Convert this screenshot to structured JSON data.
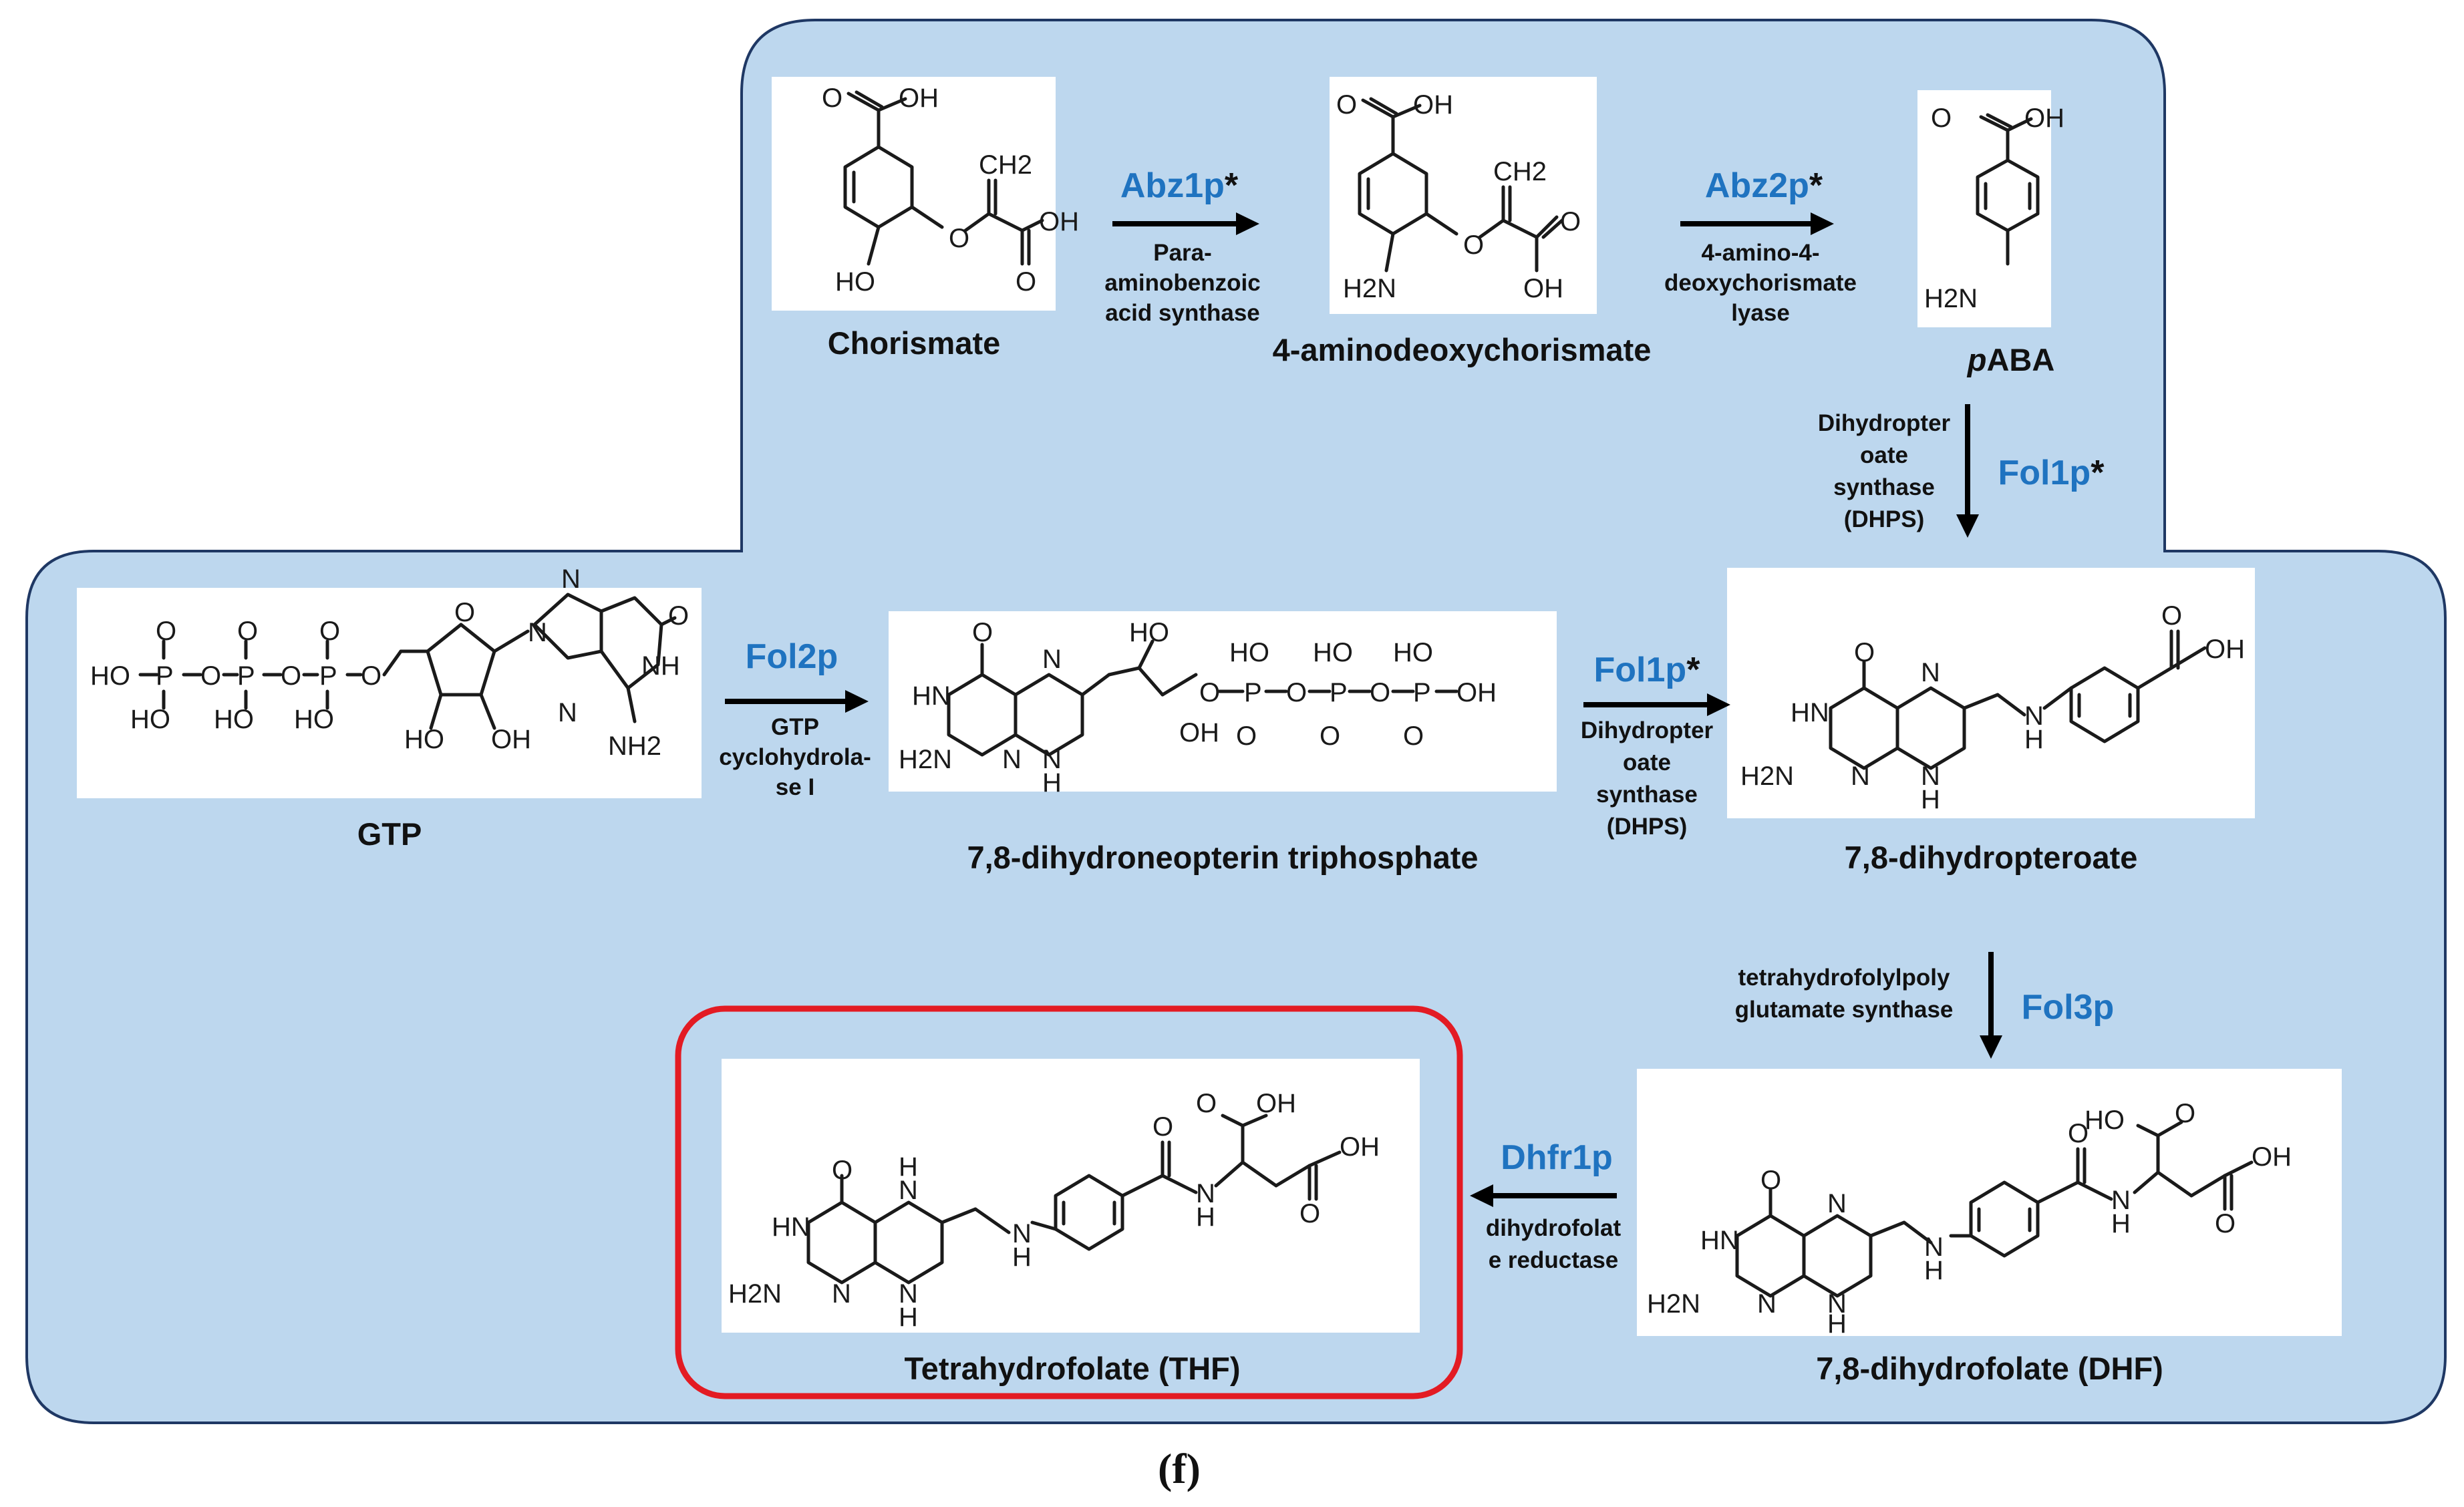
{
  "compounds": {
    "chorismate": "Chorismate",
    "aminodeoxychorismate": "4-aminodeoxychorismate",
    "paba_prefix": "p",
    "paba_rest": "ABA",
    "gtp": "GTP",
    "dihydroneopterin": "7,8-dihydroneopterin triphosphate",
    "dihydropteroate": "7,8-dihydropteroate",
    "dhf": "7,8-dihydrofolate (DHF)",
    "thf": "Tetrahydrofolate (THF)"
  },
  "steps": {
    "abz1": {
      "enzyme": "Abz1p",
      "star": "*",
      "desc": [
        "Para-",
        "aminobenzoic",
        "acid synthase"
      ]
    },
    "abz2": {
      "enzyme": "Abz2p",
      "star": "*",
      "desc": [
        "4-amino-4-",
        "deoxychorismate",
        "lyase"
      ]
    },
    "fol1_vertical": {
      "enzyme": "Fol1p",
      "star": "*",
      "desc": [
        "Dihydropter",
        "oate",
        "synthase",
        "(DHPS)"
      ]
    },
    "fol2": {
      "enzyme": "Fol2p",
      "star": "",
      "desc": [
        "GTP",
        "cyclohydrola-",
        "se I"
      ]
    },
    "fol1_horizontal": {
      "enzyme": "Fol1p",
      "star": "*",
      "desc": [
        "Dihydropter",
        "oate",
        "synthase",
        "(DHPS)"
      ]
    },
    "fol3": {
      "enzyme": "Fol3p",
      "star": "",
      "desc": [
        "tetrahydrofolylpoly",
        "glutamate synthase"
      ]
    },
    "dhfr1": {
      "enzyme": "Dhfr1p",
      "star": "",
      "desc": [
        "dihydrofolat",
        "e reductase"
      ]
    }
  },
  "atom_labels": {
    "chor": [
      "OH",
      "O",
      "CH2",
      "O",
      "OH",
      "O",
      "HO"
    ],
    "adc": [
      "OH",
      "O",
      "CH2",
      "O",
      "O",
      "OH",
      "H2N"
    ],
    "paba": [
      "OH",
      "O",
      "H2N"
    ],
    "gtp": [
      "HO",
      "P",
      "O",
      "P",
      "O",
      "P",
      "O",
      "O",
      "O",
      "O",
      "HO",
      "HO",
      "HO",
      "O",
      "HO",
      "OH",
      "N",
      "N",
      "O",
      "NH",
      "N",
      "NH2"
    ],
    "dnp": [
      "O",
      "HN",
      "N",
      "H2N",
      "N",
      "N",
      "H",
      "HO",
      "OH",
      "O",
      "P",
      "O",
      "P",
      "O",
      "P",
      "OH",
      "HO",
      "HO",
      "HO",
      "O",
      "O",
      "O"
    ],
    "dpt": [
      "O",
      "HN",
      "N",
      "H2N",
      "N",
      "N",
      "H",
      "N",
      "H",
      "O",
      "OH"
    ],
    "thf": [
      "O",
      "HN",
      "H2N",
      "N",
      "H",
      "N",
      "N",
      "H",
      "N",
      "H",
      "O",
      "N",
      "H",
      "O",
      "OH",
      "OH",
      "O"
    ],
    "dhf": [
      "O",
      "HN",
      "H2N",
      "N",
      "N",
      "N",
      "H",
      "N",
      "H",
      "O",
      "N",
      "H",
      "HO",
      "O",
      "OH",
      "O"
    ]
  },
  "panel_label": "(f)",
  "colors": {
    "background_box": "#bdd7ee",
    "box_border": "#1f3864",
    "enzyme_blue": "#1f73c0",
    "highlight_red": "#e31b23"
  }
}
